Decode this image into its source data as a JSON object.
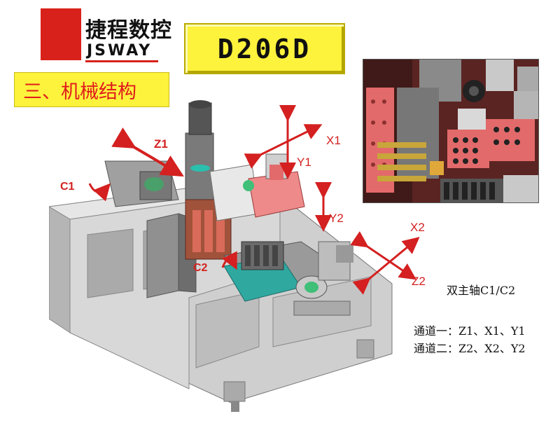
{
  "logo": {
    "name_cn": "捷程数控",
    "name_en": "JSWAY"
  },
  "model": "D206D",
  "section_title": "三、机械结构",
  "axes": {
    "z1": "Z1",
    "x1": "X1",
    "y1": "Y1",
    "y2": "Y2",
    "x2": "X2",
    "z2": "Z2",
    "c1": "C1",
    "c2": "C2"
  },
  "notes": {
    "spindle": "双主轴C1/C2",
    "channel1": "通道一：Z1、X1、Y1",
    "channel2": "通道二：Z2、X2、Y2"
  },
  "colors": {
    "brand_red": "#d9211b",
    "highlight_yellow": "#fdf23c",
    "axis_red": "#d42020",
    "machine_gray": "#d8d8d8"
  }
}
